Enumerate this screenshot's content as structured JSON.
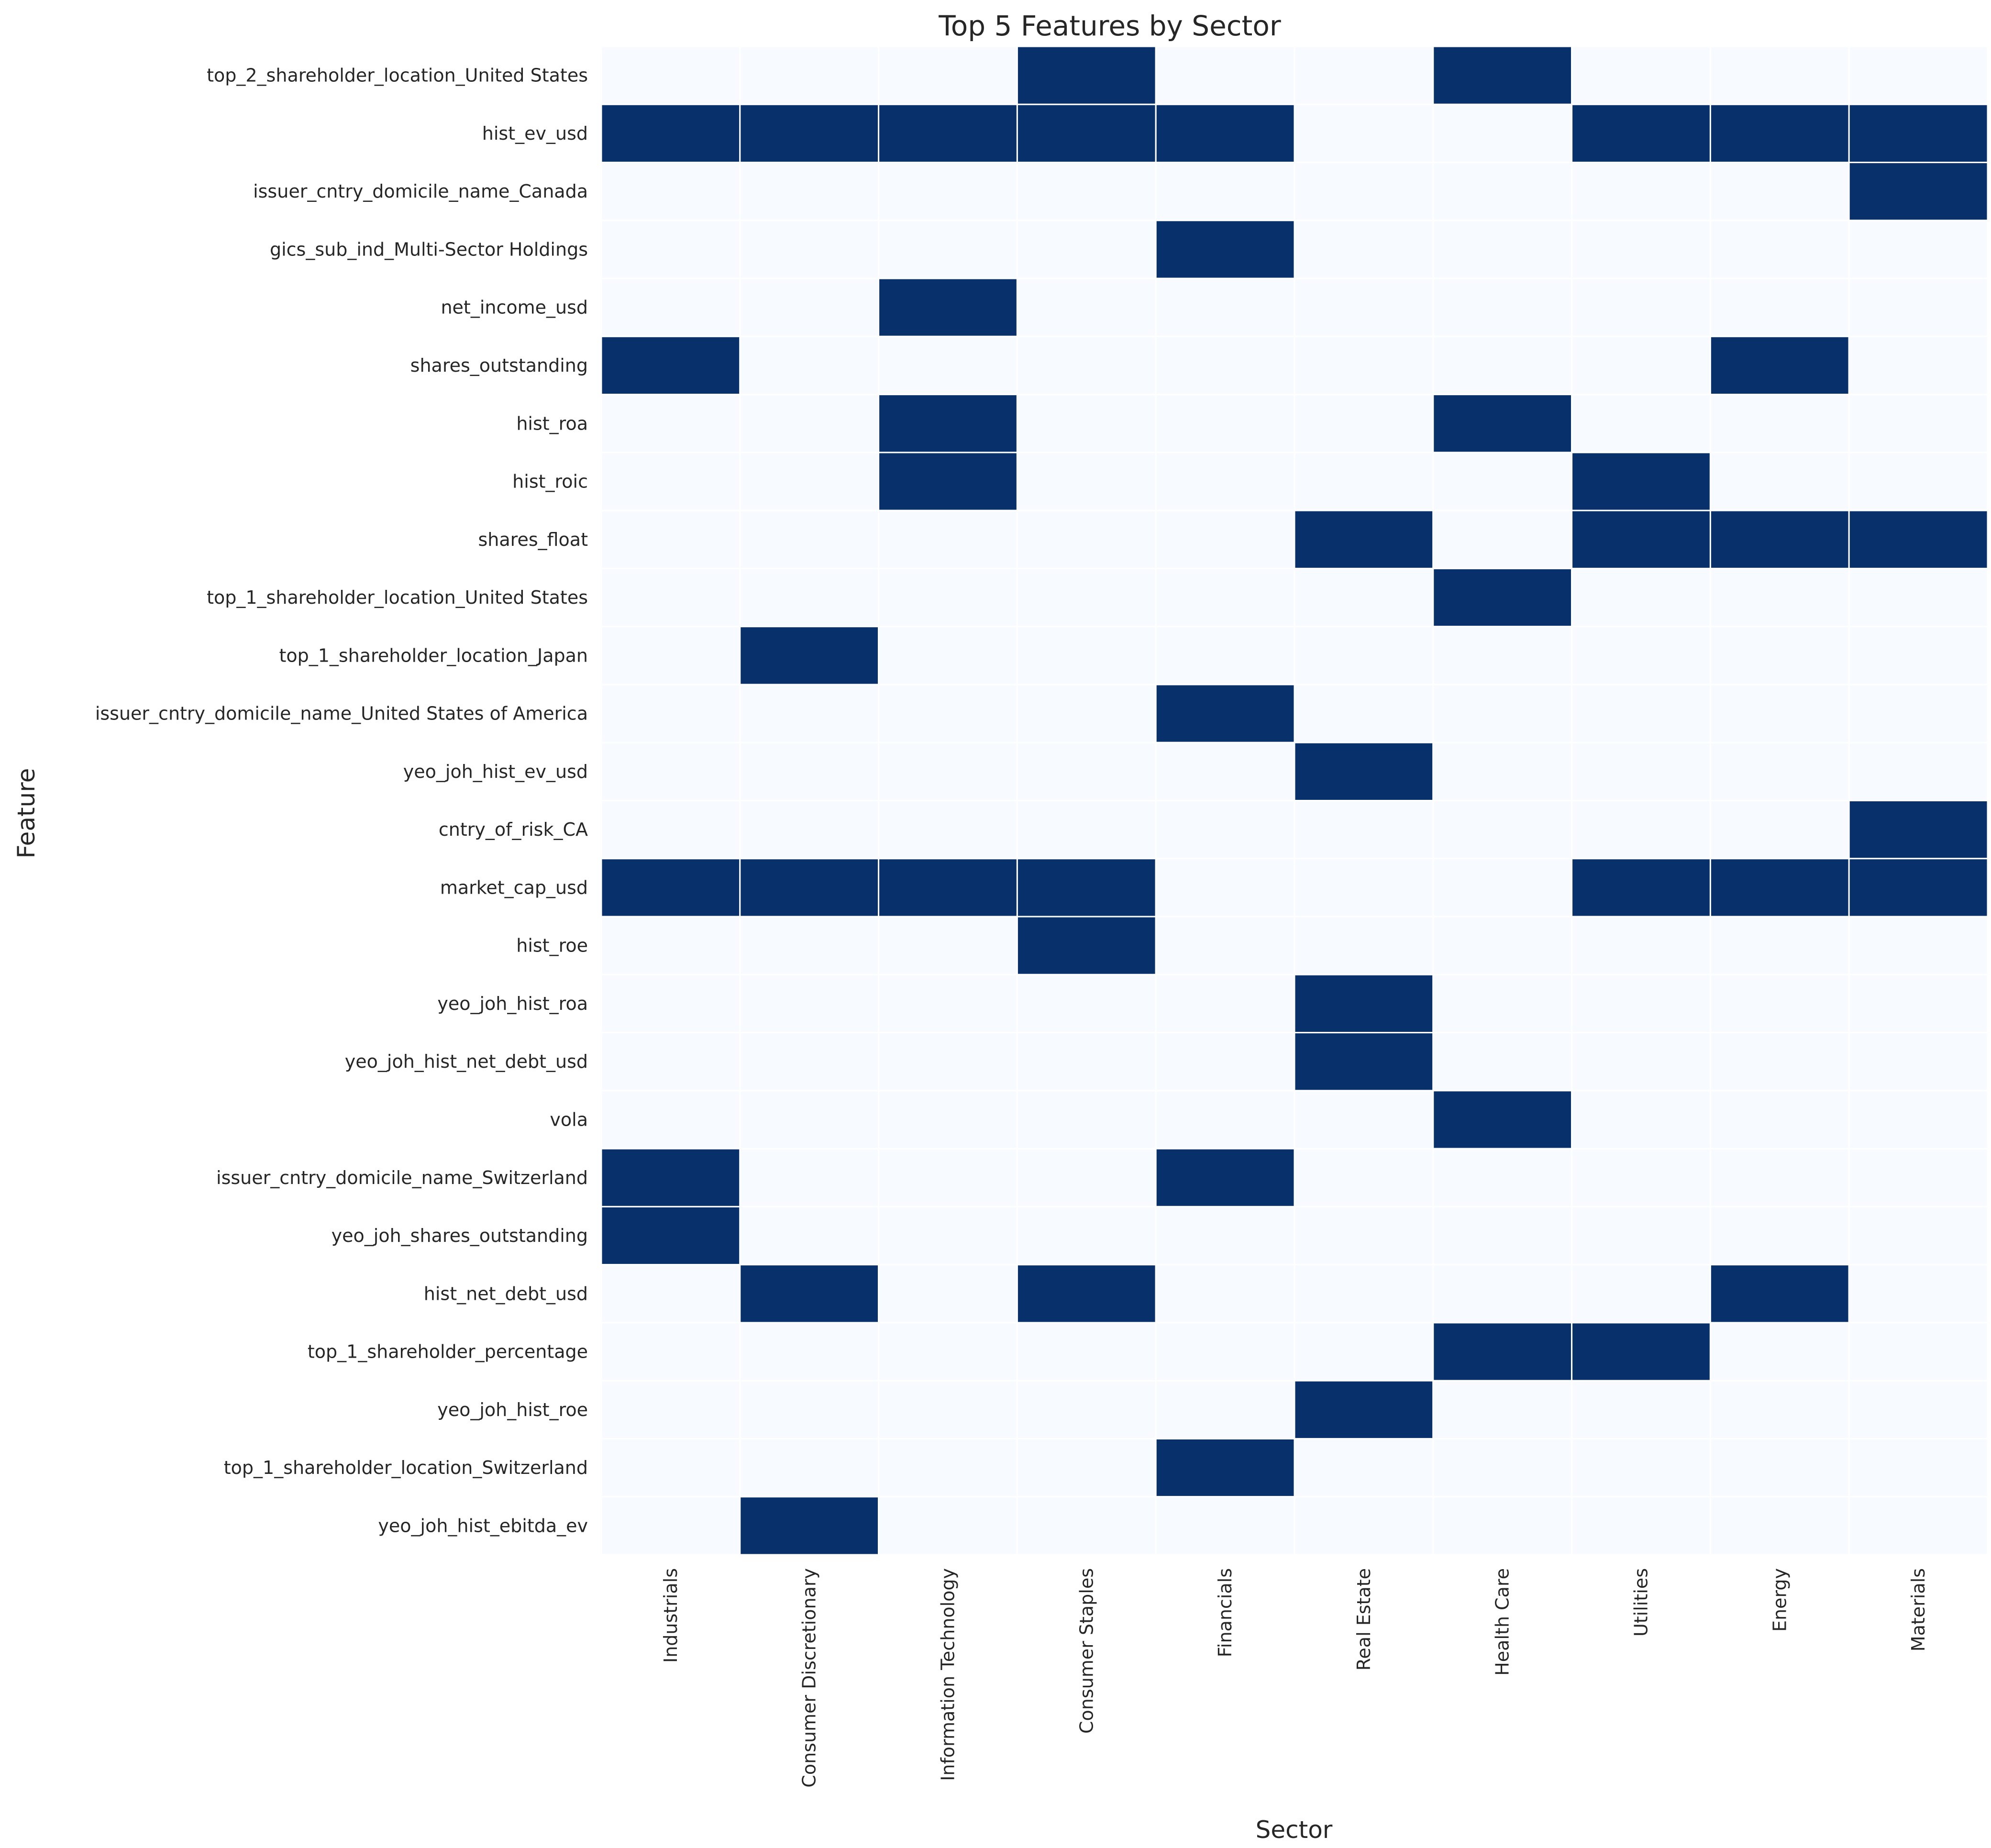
{
  "chart_data": {
    "type": "heatmap",
    "title": "Top 5 Features by Sector",
    "xlabel": "Sector",
    "ylabel": "Feature",
    "x_categories": [
      "Industrials",
      "Consumer Discretionary",
      "Information Technology",
      "Consumer Staples",
      "Financials",
      "Real Estate",
      "Health Care",
      "Utilities",
      "Energy",
      "Materials"
    ],
    "y_categories": [
      "top_2_shareholder_location_United States",
      "hist_ev_usd",
      "issuer_cntry_domicile_name_Canada",
      "gics_sub_ind_Multi-Sector Holdings",
      "net_income_usd",
      "shares_outstanding",
      "hist_roa",
      "hist_roic",
      "shares_float",
      "top_1_shareholder_location_United States",
      "top_1_shareholder_location_Japan",
      "issuer_cntry_domicile_name_United States of America",
      "yeo_joh_hist_ev_usd",
      "cntry_of_risk_CA",
      "market_cap_usd",
      "hist_roe",
      "yeo_joh_hist_roa",
      "yeo_joh_hist_net_debt_usd",
      "vola",
      "issuer_cntry_domicile_name_Switzerland",
      "yeo_joh_shares_outstanding",
      "hist_net_debt_usd",
      "top_1_shareholder_percentage",
      "yeo_joh_hist_roe",
      "top_1_shareholder_location_Switzerland",
      "yeo_joh_hist_ebitda_ev"
    ],
    "values": [
      [
        0,
        0,
        0,
        1,
        0,
        0,
        1,
        0,
        0,
        0
      ],
      [
        1,
        1,
        1,
        1,
        1,
        0,
        0,
        1,
        1,
        1
      ],
      [
        0,
        0,
        0,
        0,
        0,
        0,
        0,
        0,
        0,
        1
      ],
      [
        0,
        0,
        0,
        0,
        1,
        0,
        0,
        0,
        0,
        0
      ],
      [
        0,
        0,
        1,
        0,
        0,
        0,
        0,
        0,
        0,
        0
      ],
      [
        1,
        0,
        0,
        0,
        0,
        0,
        0,
        0,
        1,
        0
      ],
      [
        0,
        0,
        1,
        0,
        0,
        0,
        1,
        0,
        0,
        0
      ],
      [
        0,
        0,
        1,
        0,
        0,
        0,
        0,
        1,
        0,
        0
      ],
      [
        0,
        0,
        0,
        0,
        0,
        1,
        0,
        1,
        1,
        1
      ],
      [
        0,
        0,
        0,
        0,
        0,
        0,
        1,
        0,
        0,
        0
      ],
      [
        0,
        1,
        0,
        0,
        0,
        0,
        0,
        0,
        0,
        0
      ],
      [
        0,
        0,
        0,
        0,
        1,
        0,
        0,
        0,
        0,
        0
      ],
      [
        0,
        0,
        0,
        0,
        0,
        1,
        0,
        0,
        0,
        0
      ],
      [
        0,
        0,
        0,
        0,
        0,
        0,
        0,
        0,
        0,
        1
      ],
      [
        1,
        1,
        1,
        1,
        0,
        0,
        0,
        1,
        1,
        1
      ],
      [
        0,
        0,
        0,
        1,
        0,
        0,
        0,
        0,
        0,
        0
      ],
      [
        0,
        0,
        0,
        0,
        0,
        1,
        0,
        0,
        0,
        0
      ],
      [
        0,
        0,
        0,
        0,
        0,
        1,
        0,
        0,
        0,
        0
      ],
      [
        0,
        0,
        0,
        0,
        0,
        0,
        1,
        0,
        0,
        0
      ],
      [
        1,
        0,
        0,
        0,
        1,
        0,
        0,
        0,
        0,
        0
      ],
      [
        1,
        0,
        0,
        0,
        0,
        0,
        0,
        0,
        0,
        0
      ],
      [
        0,
        1,
        0,
        1,
        0,
        0,
        0,
        0,
        1,
        0
      ],
      [
        0,
        0,
        0,
        0,
        0,
        0,
        1,
        1,
        0,
        0
      ],
      [
        0,
        0,
        0,
        0,
        0,
        1,
        0,
        0,
        0,
        0
      ],
      [
        0,
        0,
        0,
        0,
        1,
        0,
        0,
        0,
        0,
        0
      ],
      [
        0,
        1,
        0,
        0,
        0,
        0,
        0,
        0,
        0,
        0
      ]
    ],
    "colors": {
      "low": "#f7fbff",
      "high": "#08306b",
      "gridline": "#ffffff"
    },
    "grid": false,
    "legend": "none"
  }
}
